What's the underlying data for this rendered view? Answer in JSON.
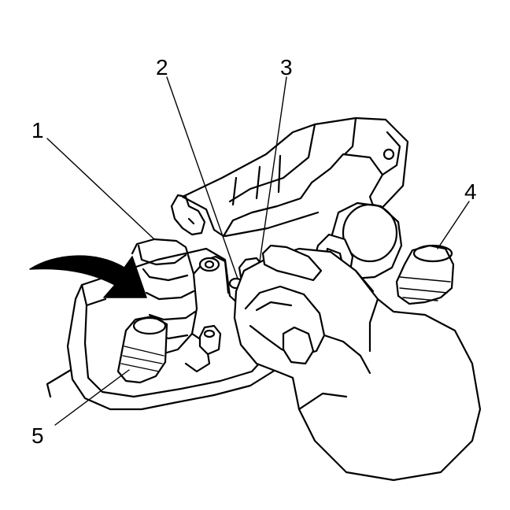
{
  "callouts": {
    "c1": "1",
    "c2": "2",
    "c3": "3",
    "c4": "4",
    "c5": "5"
  },
  "colors": {
    "line": "#000000",
    "background": "#ffffff"
  },
  "icons": {
    "rotation_arrow": "curved-arrow-icon"
  }
}
